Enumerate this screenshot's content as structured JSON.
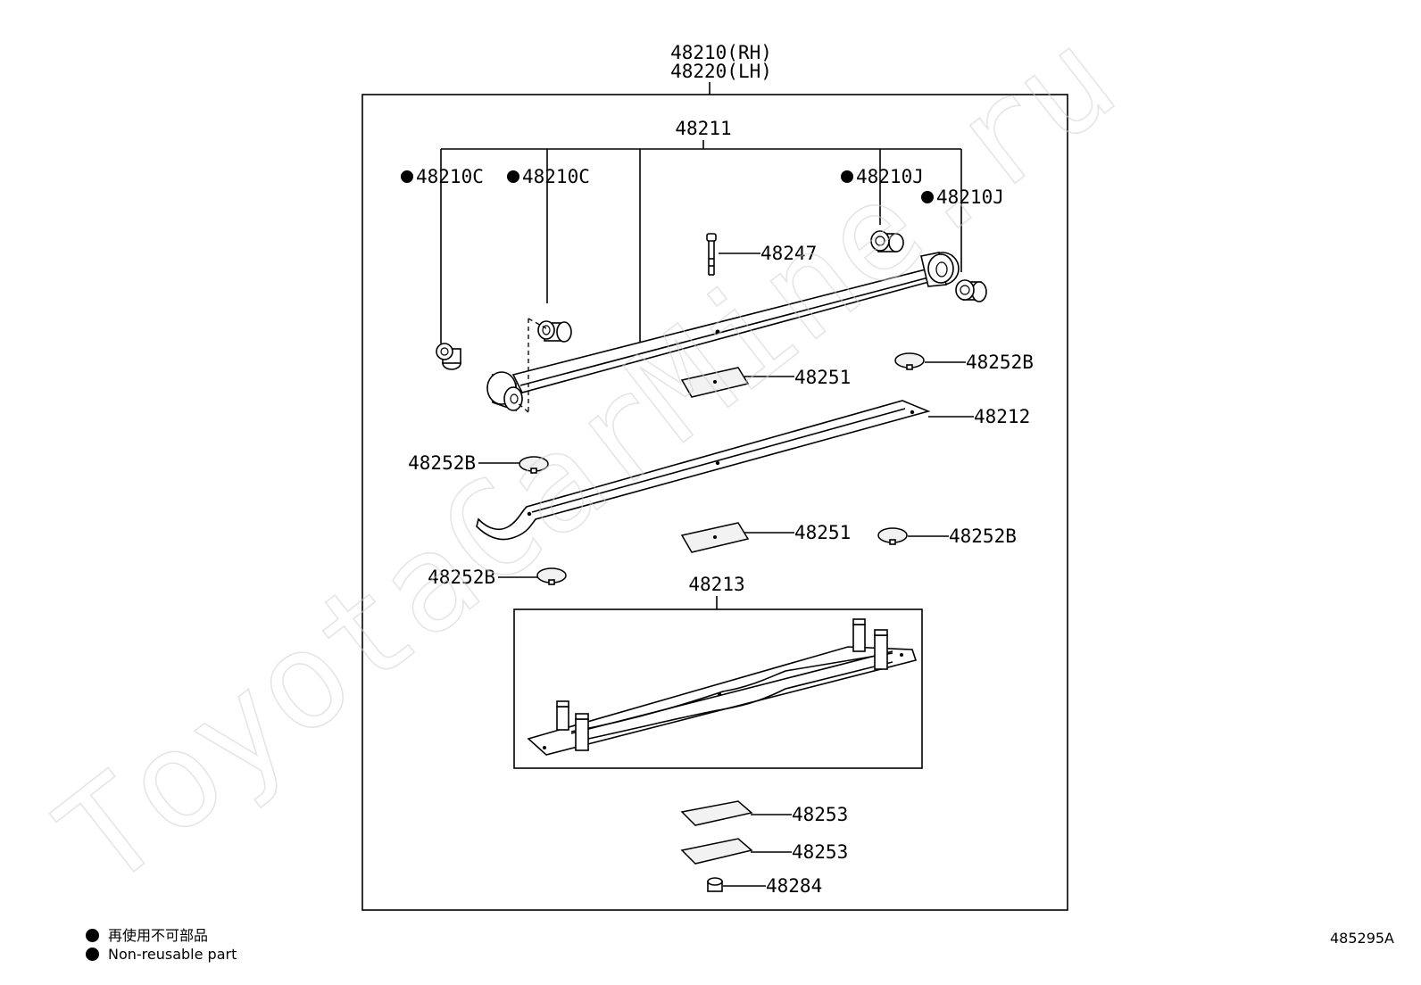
{
  "watermark": "ToyotaCarMine.ru",
  "assembly": {
    "rh": "48210(RH)",
    "lh": "48220(LH)"
  },
  "labels": {
    "spring_no1": "48211",
    "bush_c_outer": "48210C",
    "bush_c_inner": "48210C",
    "bush_j_inner": "48210J",
    "bush_j_outer": "48210J",
    "center_bolt": "48247",
    "insert_upper": "48251",
    "clip_upper": "48252B",
    "spring_no2": "48212",
    "clip_left_upper": "48252B",
    "insert_lower": "48251",
    "clip_right_lower": "48252B",
    "clip_left_lower": "48252B",
    "spring_no3": "48213",
    "pad_upper": "48253",
    "pad_lower": "48253",
    "nut": "48284"
  },
  "legend": {
    "jp": "再使用不可部品",
    "en": "Non-reusable part",
    "marker_icon": "filled-circle-icon"
  },
  "diagram_code": "485295A"
}
